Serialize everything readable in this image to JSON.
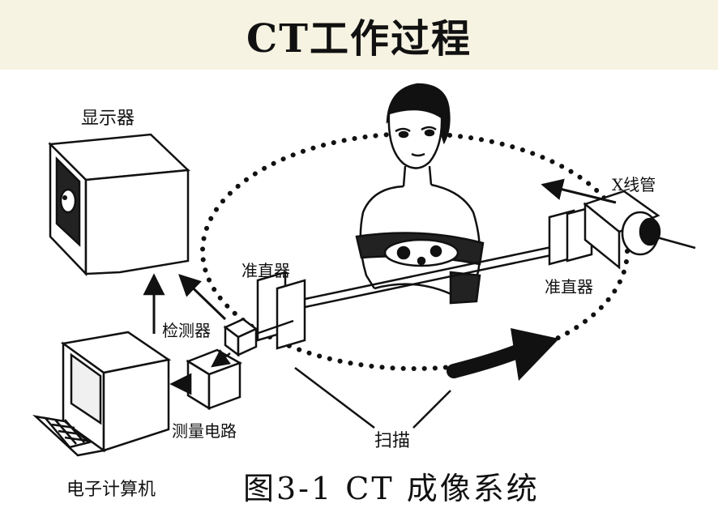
{
  "title": "CT工作过程",
  "labels": {
    "display": "显示器",
    "xray_tube": "X线管",
    "collimator_left": "准直器",
    "collimator_right": "准直器",
    "detector": "检测器",
    "measuring_circuit": "测量电路",
    "scan": "扫描",
    "computer": "电子计算机"
  },
  "caption": "图3-1   CT 成像系统"
}
